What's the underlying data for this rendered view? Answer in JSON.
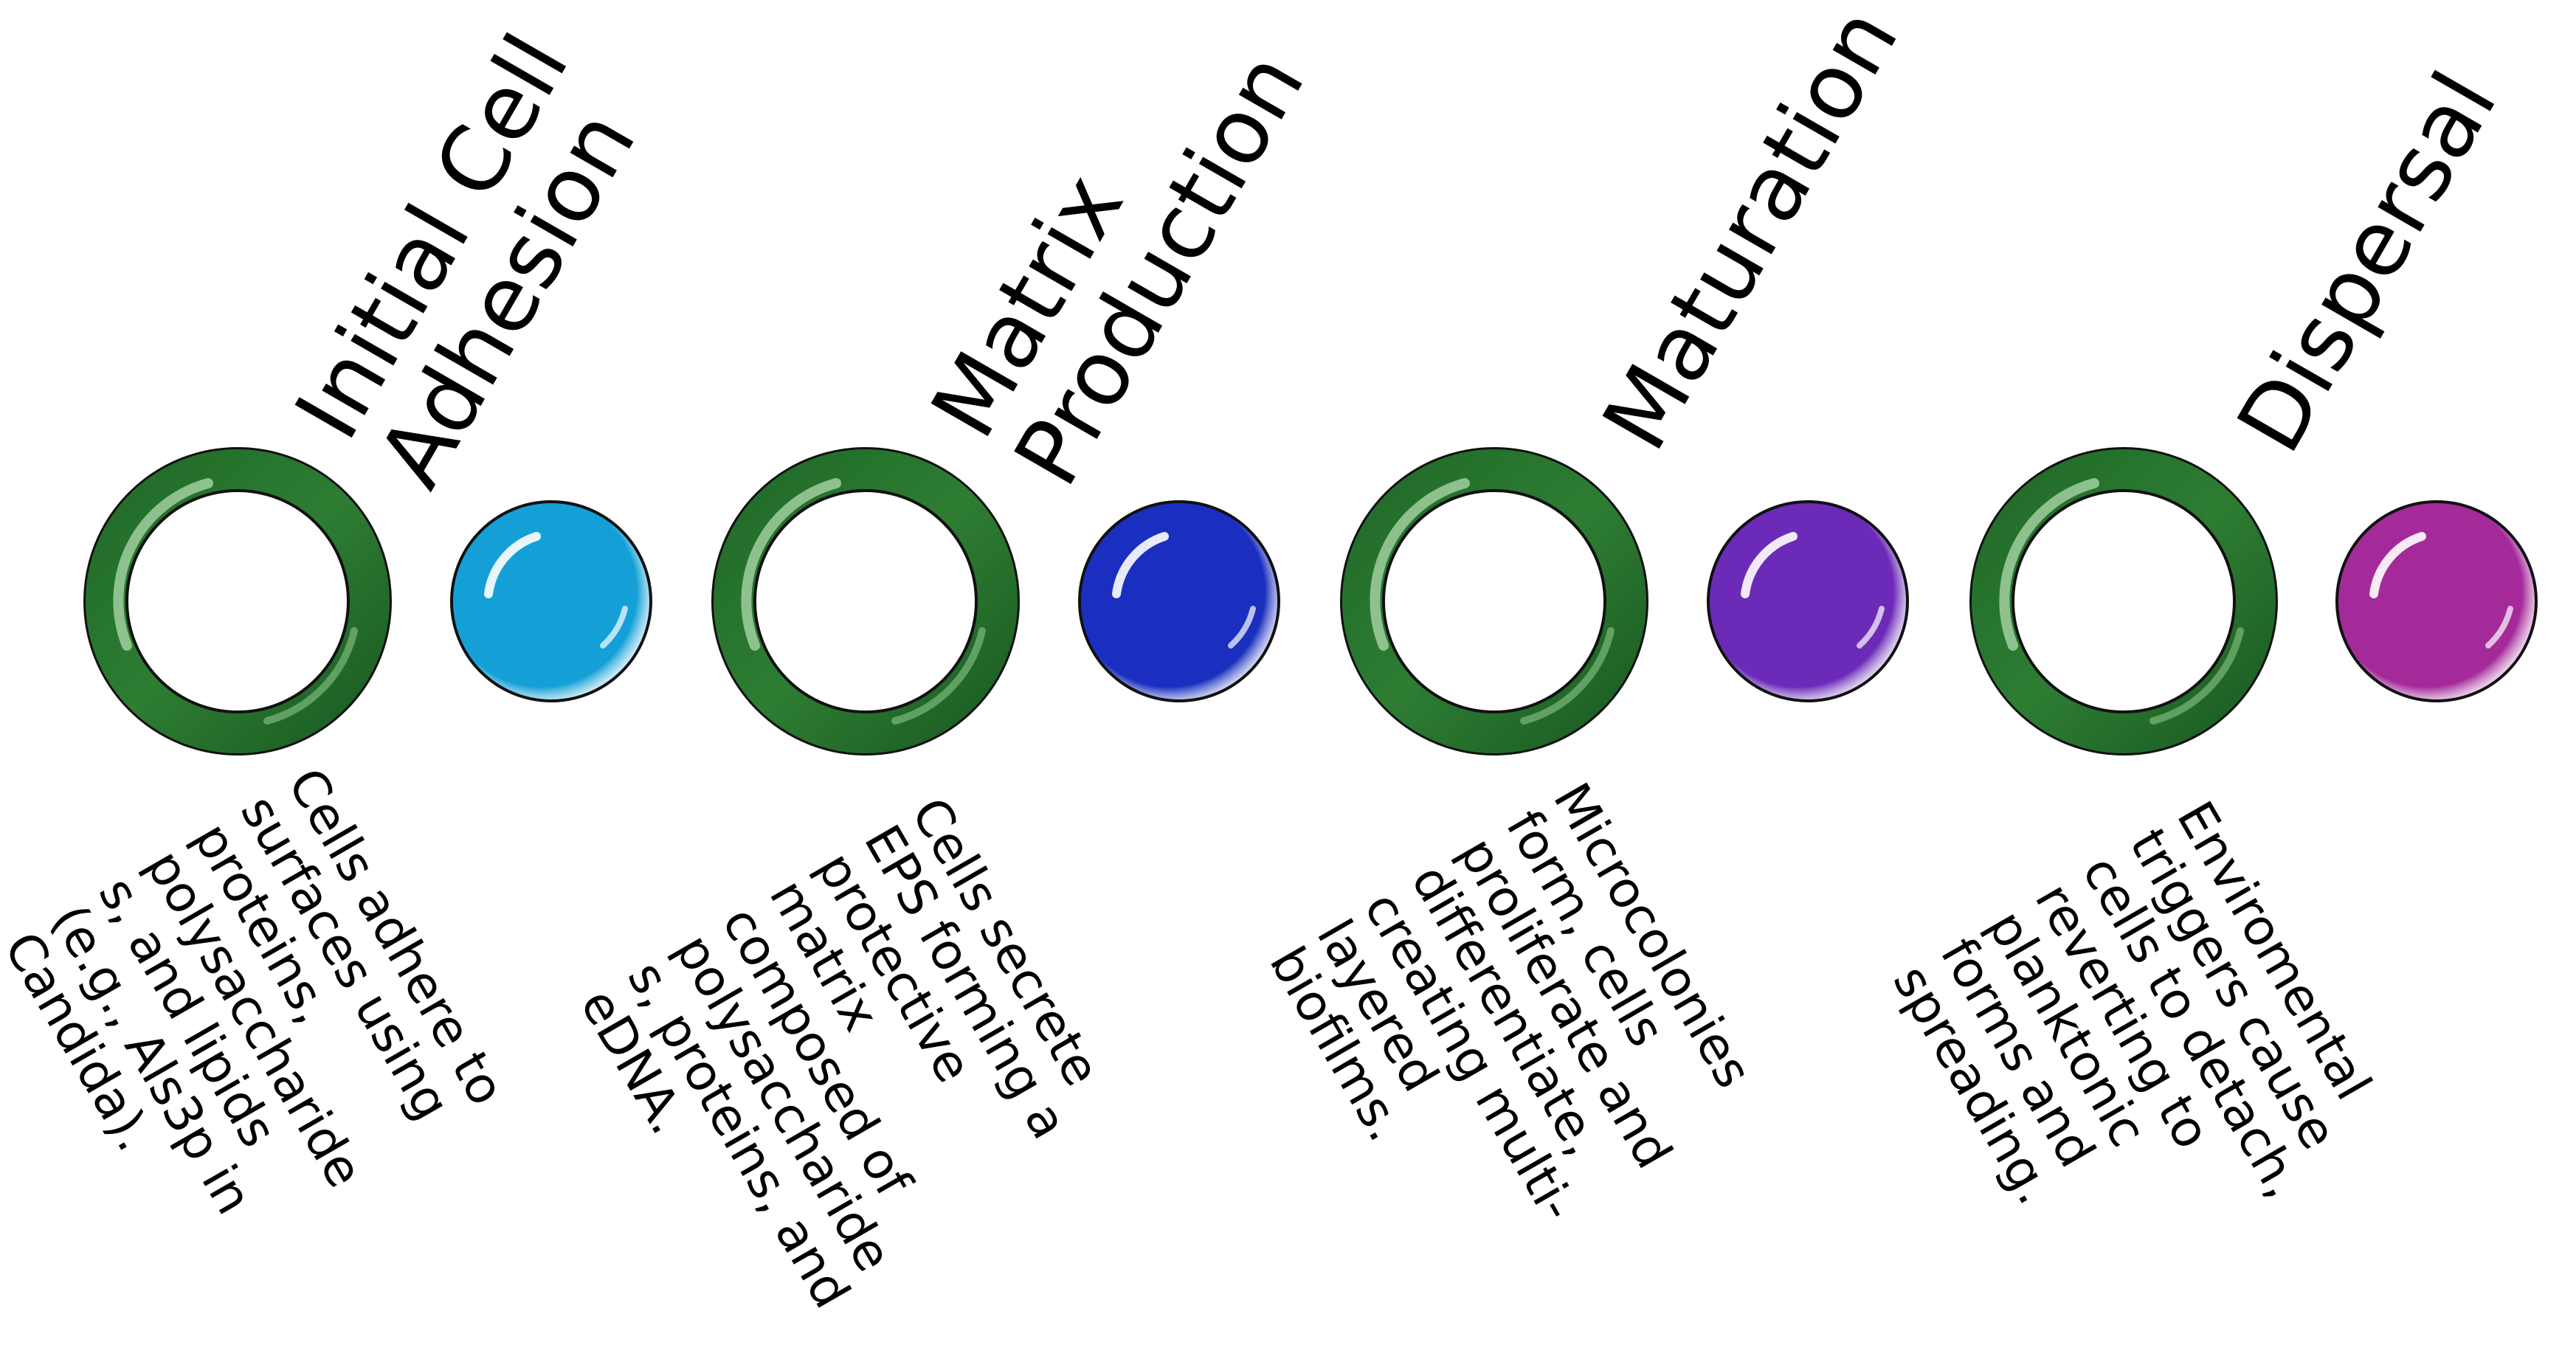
{
  "stages": [
    {
      "title_lines": [
        "Initial Cell",
        "Adhesion"
      ],
      "desc_lines": [
        "Cells adhere to",
        "surfaces using",
        "proteins,",
        "polysaccharide",
        "s, and lipids",
        "(e.g., Als3p in",
        "Candida)."
      ],
      "color": "#14a0d6"
    },
    {
      "title_lines": [
        "Matrix",
        "Production"
      ],
      "desc_lines": [
        "Cells secrete",
        "EPS forming a",
        "protective",
        "matrix",
        "composed of",
        "polysaccharide",
        "s, proteins, and",
        "eDNA."
      ],
      "color": "#1a2fbf"
    },
    {
      "title_lines": [
        "Maturation"
      ],
      "desc_lines": [
        "Microcolonies",
        "form, cells",
        "proliferate and",
        "differentiate,",
        "creating multi-",
        "layered",
        "biofilms."
      ],
      "color": "#6b2ab8"
    },
    {
      "title_lines": [
        "Dispersal"
      ],
      "desc_lines": [
        "Enviromental",
        "triggers cause",
        "cells to detach,",
        "reverting to",
        "planktonic",
        "forms and",
        "spreading."
      ],
      "color": "#a42a9a"
    }
  ]
}
